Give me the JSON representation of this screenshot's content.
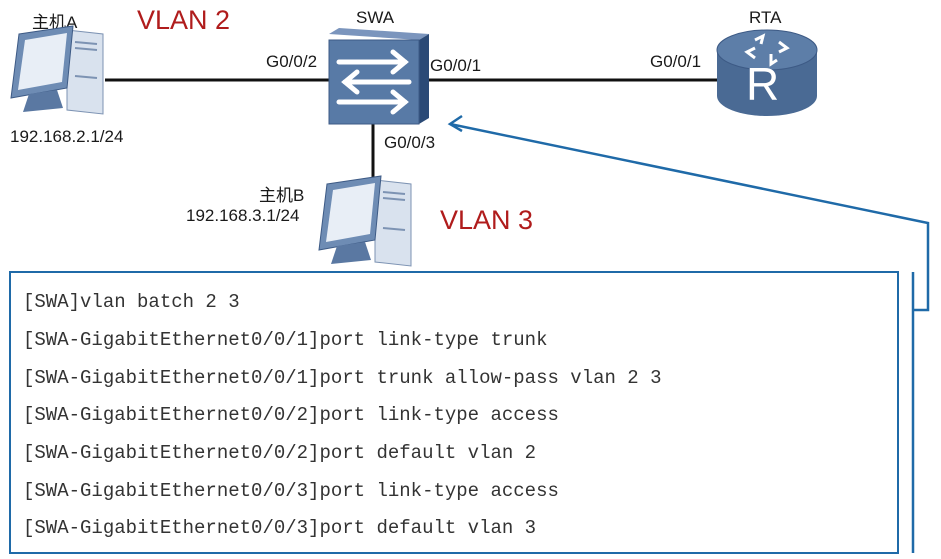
{
  "topology": {
    "host_a": {
      "name": "主机A",
      "ip": "192.168.2.1/24",
      "vlan_label": "VLAN 2"
    },
    "host_b": {
      "name": "主机B",
      "ip": "192.168.3.1/24",
      "vlan_label": "VLAN 3"
    },
    "switch": {
      "name": "SWA",
      "ports": {
        "to_host_a": "G0/0/2",
        "to_router": "G0/0/1",
        "to_host_b": "G0/0/3"
      }
    },
    "router": {
      "name": "RTA",
      "port": "G0/0/1",
      "glyph": "R"
    },
    "colors": {
      "vlan_text": "#b01c1c",
      "callout": "#1f6aa8",
      "device": "#4a6a94"
    }
  },
  "config": {
    "lines": [
      "[SWA]vlan batch 2 3",
      "[SWA-GigabitEthernet0/0/1]port link-type trunk",
      "[SWA-GigabitEthernet0/0/1]port trunk allow-pass vlan 2 3",
      "[SWA-GigabitEthernet0/0/2]port link-type access",
      "[SWA-GigabitEthernet0/0/2]port default vlan 2",
      "[SWA-GigabitEthernet0/0/3]port link-type access",
      "[SWA-GigabitEthernet0/0/3]port default vlan 3"
    ]
  }
}
